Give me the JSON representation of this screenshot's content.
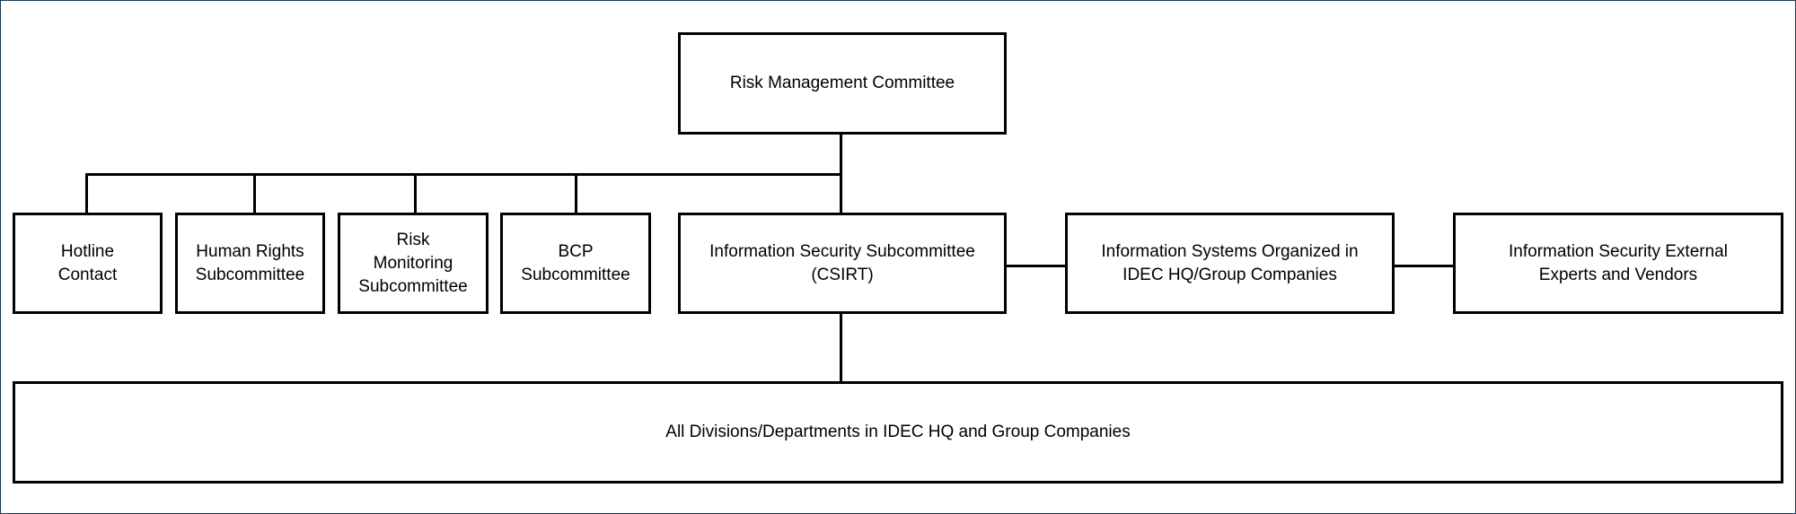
{
  "diagram": {
    "top": {
      "label": "Risk Management Committee"
    },
    "subcommittees": [
      {
        "lines": [
          "Hotline",
          "Contact"
        ]
      },
      {
        "lines": [
          "Human Rights",
          "Subcommittee"
        ]
      },
      {
        "lines": [
          "Risk",
          "Monitoring",
          "Subcommittee"
        ]
      },
      {
        "lines": [
          "BCP",
          "Subcommittee"
        ]
      }
    ],
    "infosec": {
      "lines": [
        "Information Security Subcommittee",
        "(CSIRT)"
      ]
    },
    "info_systems": {
      "lines": [
        "Information Systems Organized in",
        "IDEC HQ/Group Companies"
      ]
    },
    "external": {
      "lines": [
        "Information Security External",
        "Experts and Vendors"
      ]
    },
    "bottom": {
      "label": "All Divisions/Departments in IDEC HQ and Group Companies"
    }
  }
}
